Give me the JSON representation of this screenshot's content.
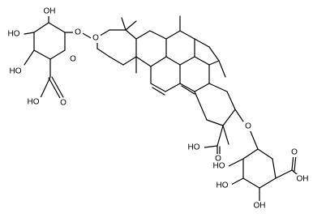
{
  "structure": {
    "left_sugar": {
      "oh_1": "OH",
      "oh_2": "HO",
      "oh_3": "HO",
      "ring_o": "O",
      "link_o": "O",
      "acid_ho": "HO",
      "acid_o": "O"
    },
    "triterpene": {
      "link_o": "O",
      "acid_ho": "HO",
      "acid_o": "O"
    },
    "right_sugar": {
      "ring_o": "O",
      "oh_1": "HO",
      "oh_2": "HO",
      "oh_3": "OH",
      "acid_oh": "OH",
      "acid_o": "O"
    }
  }
}
